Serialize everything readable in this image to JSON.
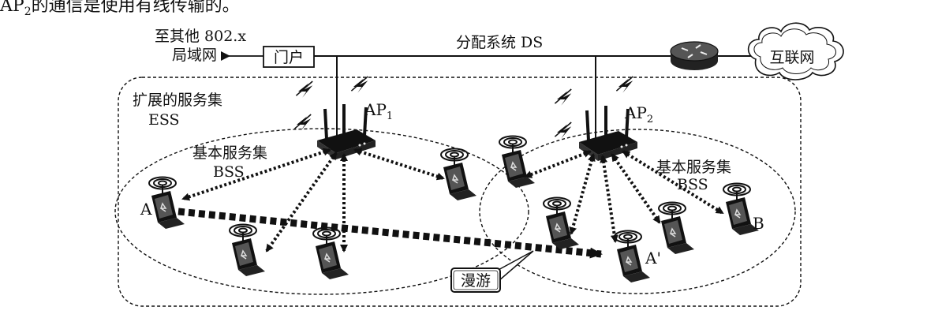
{
  "top_text": {
    "prefix": "AP",
    "subscript": "2",
    "rest": "的通信是使用有线传输的。"
  },
  "labels": {
    "to_other_line1": "至其他 802.x",
    "to_other_line2": "局域网",
    "portal": "门户",
    "ds": "分配系统 DS",
    "internet": "互联网",
    "ess_line1": "扩展的服务集",
    "ess_line2": "ESS",
    "bss1_line1": "基本服务集",
    "bss1_line2": "BSS",
    "bss2_line1": "基本服务集",
    "bss2_line2": "BSS",
    "ap1": "AP",
    "ap1_sub": "1",
    "ap2": "AP",
    "ap2_sub": "2",
    "station_a": "A",
    "station_a_prime": "A'",
    "station_b": "B",
    "roaming": "漫游"
  },
  "icons": {
    "access_point": "wireless-access-point-icon",
    "laptop": "wireless-laptop-icon",
    "router": "router-icon",
    "cloud": "cloud-icon",
    "lightning": "lightning-icon"
  }
}
